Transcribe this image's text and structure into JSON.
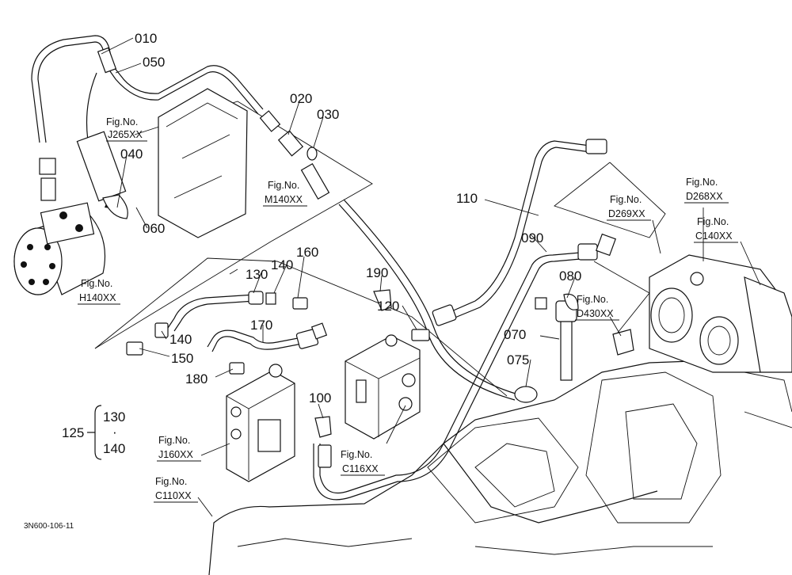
{
  "diagram": {
    "drawing_code": "3N600-106-11",
    "group": {
      "number": "125",
      "members": [
        "130",
        "140"
      ],
      "separator": "·"
    },
    "part_numbers": [
      "010",
      "050",
      "020",
      "030",
      "040",
      "060",
      "110",
      "090",
      "080",
      "070",
      "075",
      "130",
      "140",
      "160",
      "190",
      "120",
      "170",
      "150",
      "180",
      "100"
    ],
    "figure_refs": [
      {
        "prefix": "Fig.No.",
        "code": "J265XX"
      },
      {
        "prefix": "Fig.No.",
        "code": "M140XX"
      },
      {
        "prefix": "Fig.No.",
        "code": "H140XX"
      },
      {
        "prefix": "Fig.No.",
        "code": "D268XX"
      },
      {
        "prefix": "Fig.No.",
        "code": "D269XX"
      },
      {
        "prefix": "Fig.No.",
        "code": "C140XX"
      },
      {
        "prefix": "Fig.No.",
        "code": "D430XX"
      },
      {
        "prefix": "Fig.No.",
        "code": "J160XX"
      },
      {
        "prefix": "Fig.No.",
        "code": "C116XX"
      },
      {
        "prefix": "Fig.No.",
        "code": "C110XX"
      }
    ],
    "colors": {
      "ink": "#111111",
      "paper": "#ffffff"
    }
  }
}
